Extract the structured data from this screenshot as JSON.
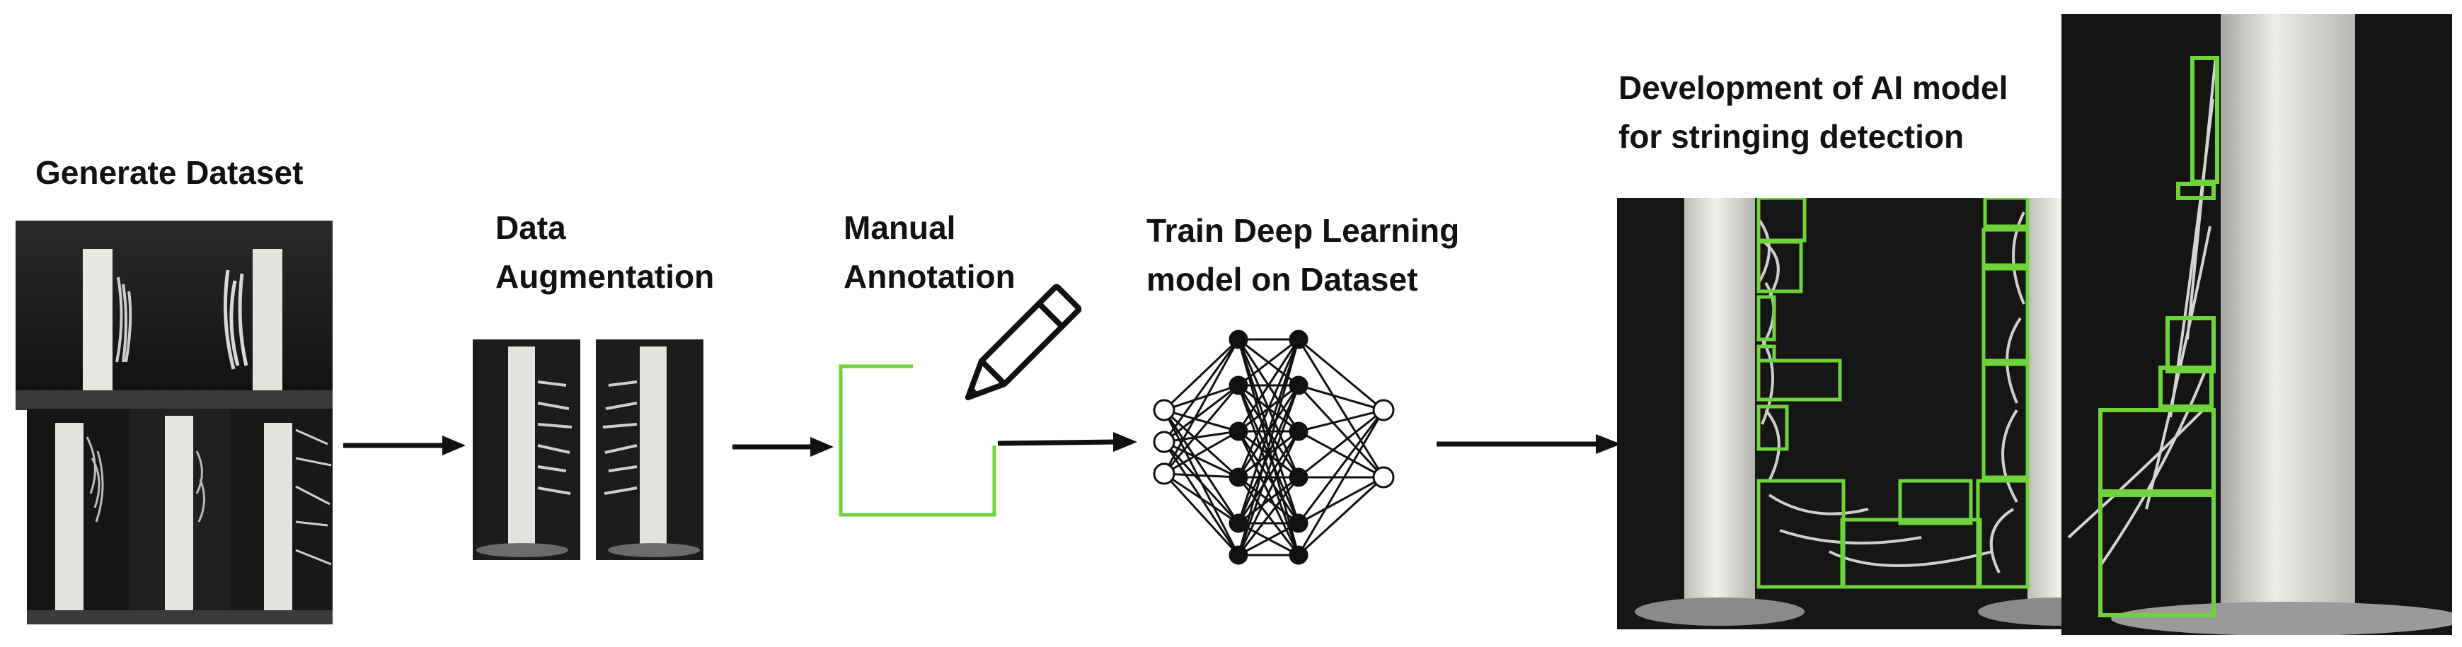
{
  "steps": {
    "generate": {
      "label": "Generate Dataset"
    },
    "augment": {
      "label": "Data\nAugmentation"
    },
    "annotate": {
      "label": "Manual\nAnnotation"
    },
    "train": {
      "label": "Train Deep Learning\nmodel on Dataset"
    },
    "develop": {
      "label": "Development of AI model\nfor stringing detection"
    }
  },
  "colors": {
    "annotation_box": "#6fd43a",
    "arrow": "#111111",
    "photo_background": "#1b1b1b",
    "pillar": "#e4e2dc"
  },
  "icons": [
    "pencil-icon",
    "neural-network-icon",
    "arrow-right-icon"
  ]
}
